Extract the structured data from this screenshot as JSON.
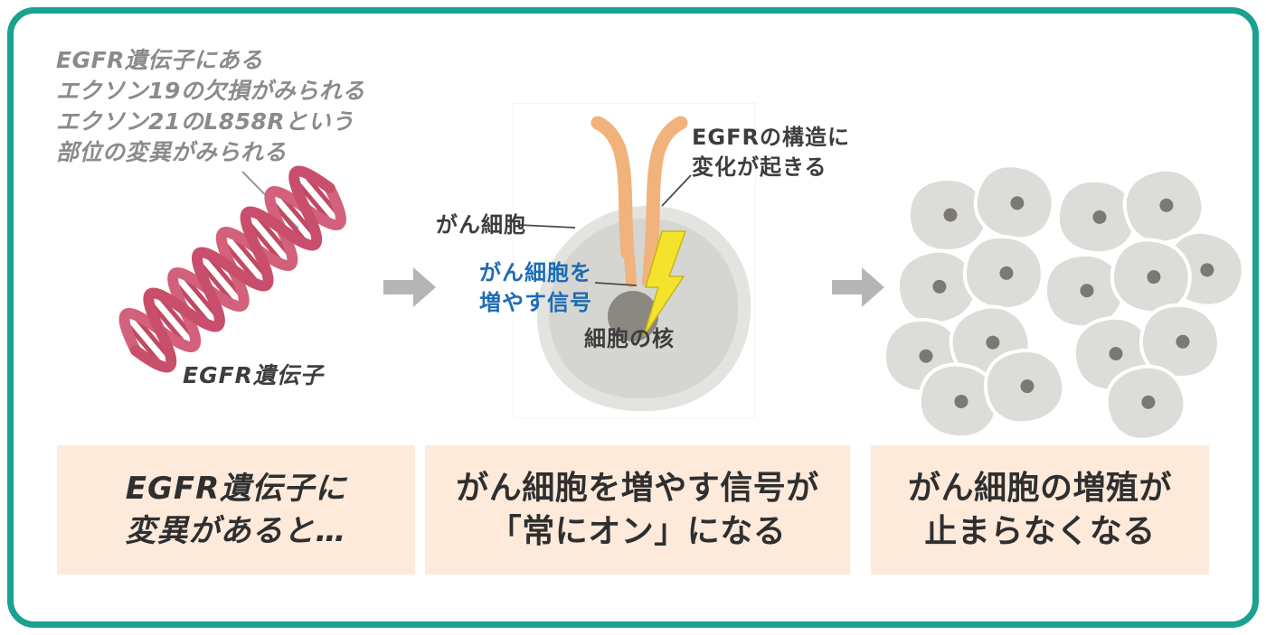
{
  "colors": {
    "frame_teal": "#1aa18f",
    "caption_bg": "#fdeadb",
    "caption_text": "#2f2f2f",
    "annotation_gray": "#8b8b8b",
    "label_dark": "#3d3d3d",
    "signal_blue": "#1c6cb5",
    "dna_pink": "#d4617b",
    "dna_pink_dark": "#c84e6b",
    "dna_rung_pink": "#c04a63",
    "arrow_gray": "#b5b5b5",
    "cell_outer_gray": "#e3e3e0",
    "cell_body_gray": "#d5d5d2",
    "nucleus_gray": "#8a8880",
    "receptor_tan": "#f1b27c",
    "bolt_yellow": "#f4e32d",
    "cluster_cell_gray": "#dcdcd9",
    "cluster_dot_gray": "#7b7970"
  },
  "icons": {
    "right_arrow": "block-arrow-right",
    "lightning_bolt": "zigzag-bolt",
    "dna": "double-helix"
  },
  "panel1": {
    "annotation_lines": [
      "EGFR遺伝子にある",
      "エクソン19の欠損がみられる",
      "エクソン21のL858Rという",
      "部位の変異がみられる"
    ],
    "dna_label": "EGFR遺伝子",
    "caption_lines": [
      "EGFR遺伝子に",
      "変異があると…"
    ]
  },
  "panel2": {
    "cell_label": "がん細胞",
    "receptor_label_lines": [
      "EGFRの構造に",
      "変化が起きる"
    ],
    "signal_label_lines": [
      "がん細胞を",
      "増やす信号"
    ],
    "nucleus_label": "細胞の核",
    "caption_lines": [
      "がん細胞を増やす信号が",
      "「常にオン」になる"
    ]
  },
  "panel3": {
    "caption_lines": [
      "がん細胞の増殖が",
      "止まらなくなる"
    ]
  }
}
